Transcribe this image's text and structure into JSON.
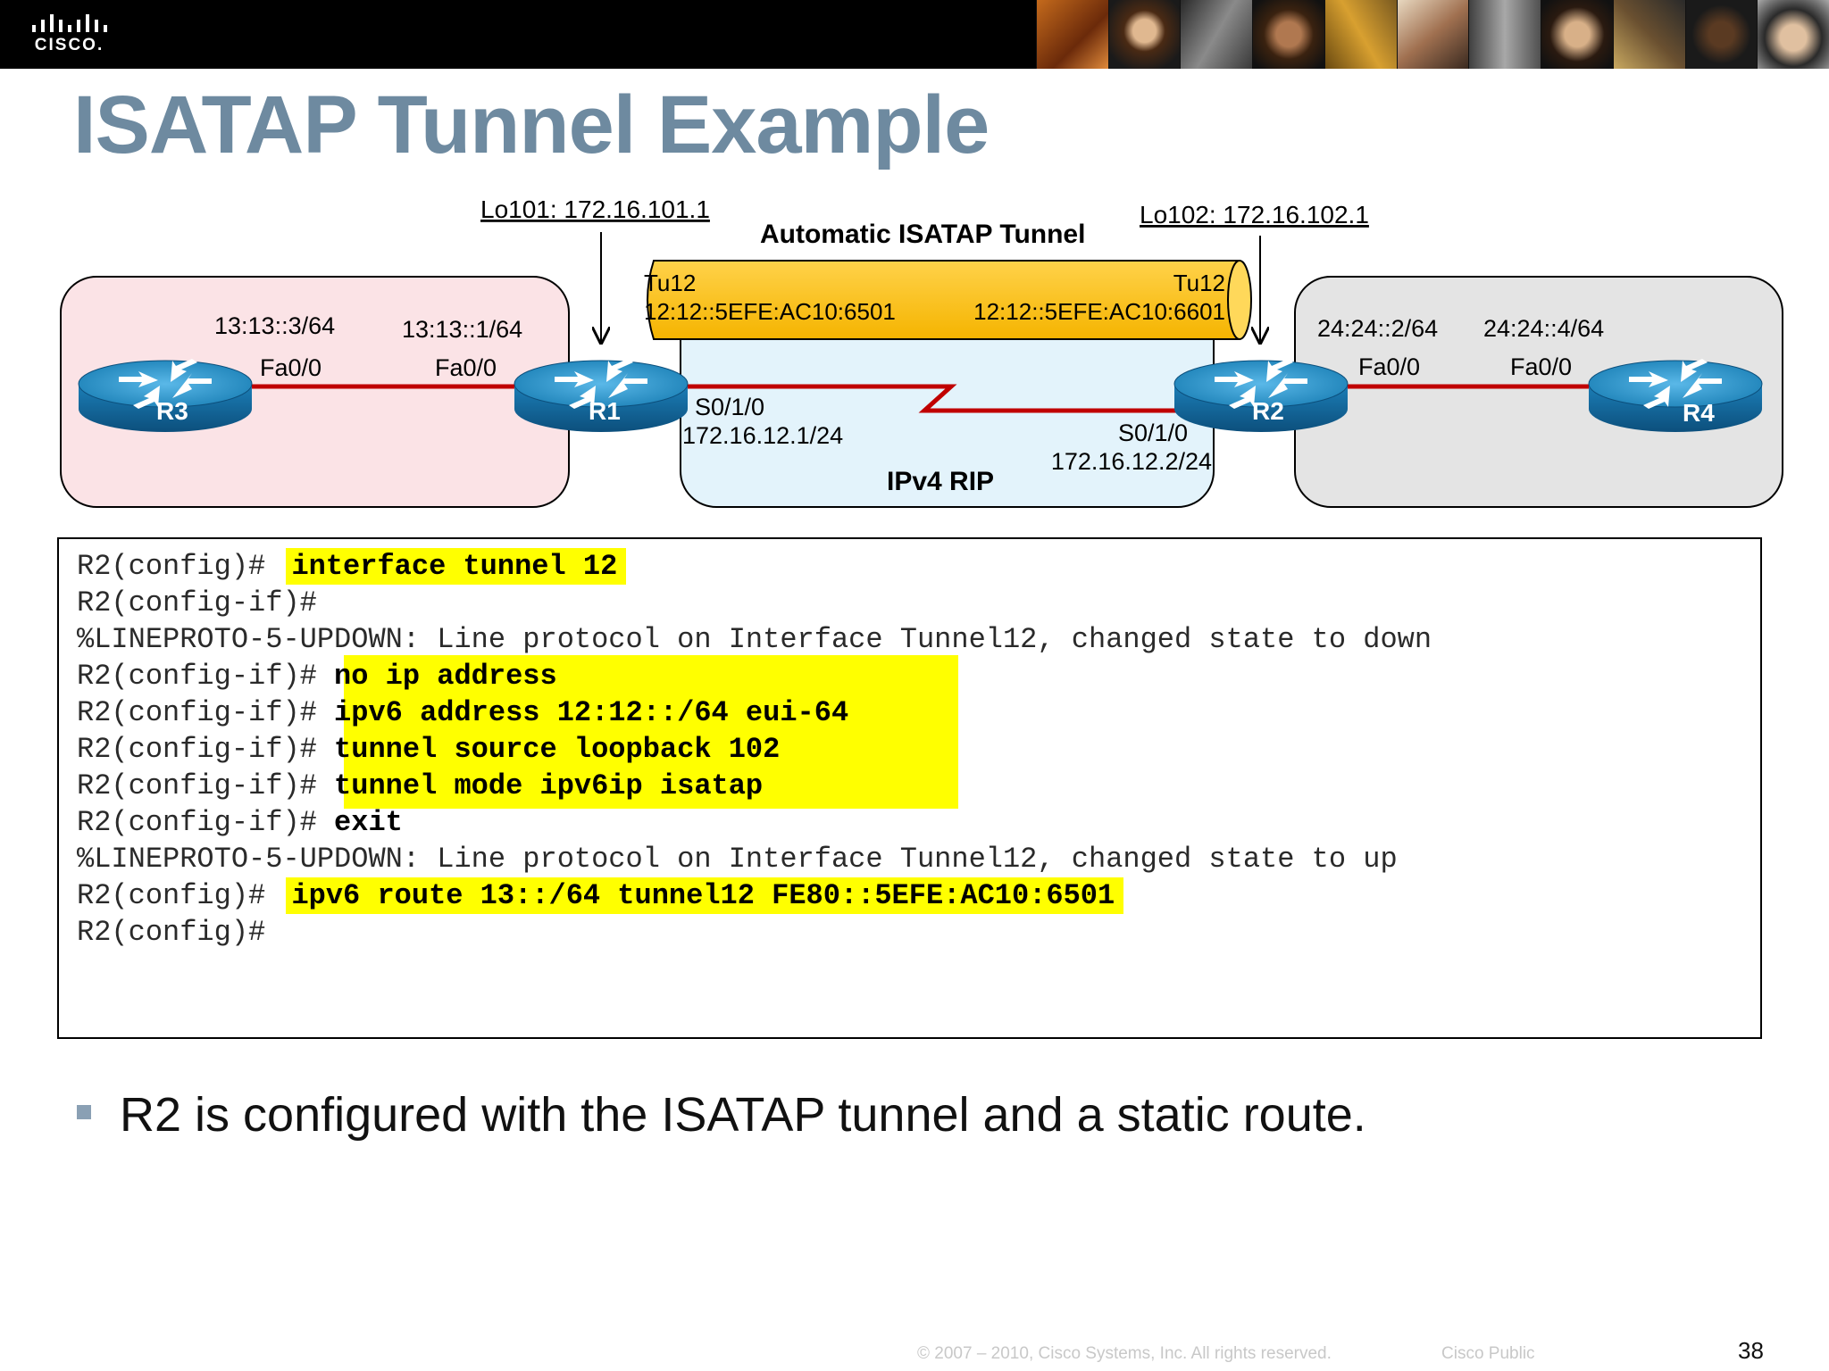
{
  "header": {
    "logo_text": "CISCO.",
    "title": "ISATAP Tunnel Example"
  },
  "diagram": {
    "tunnel_label": "Automatic ISATAP Tunnel",
    "r1_loopback": "Lo101: 172.16.101.1",
    "r2_loopback": "Lo102: 172.16.102.1",
    "tunnel_r1_if": "Tu12",
    "tunnel_r1_addr": "12:12::5EFE:AC10:6501",
    "tunnel_r2_if": "Tu12",
    "tunnel_r2_addr": "12:12::5EFE:AC10:6601",
    "routers": [
      "R3",
      "R1",
      "R2",
      "R4"
    ],
    "r3_addr": "13:13::3/64",
    "r3_if": "Fa0/0",
    "r1_fa_addr": "13:13::1/64",
    "r1_fa_if": "Fa0/0",
    "r1_serial_if": "S0/1/0",
    "r1_serial_addr": "172.16.12.1/24",
    "r2_serial_if": "S0/1/0",
    "r2_serial_addr": "172.16.12.2/24",
    "ipv4_label": "IPv4 RIP",
    "r2_fa_addr": "24:24::2/64",
    "r2_fa_if": "Fa0/0",
    "r4_addr": "24:24::4/64",
    "r4_if": "Fa0/0"
  },
  "config": {
    "lines": [
      {
        "prompt": "R2(config)# ",
        "command": "interface tunnel 12"
      },
      {
        "prompt": "R2(config-if)#",
        "command": ""
      },
      {
        "message": "%LINEPROTO-5-UPDOWN: Line protocol on Interface Tunnel12, changed state to down"
      },
      {
        "prompt": "R2(config-if)# ",
        "command": "no ip address"
      },
      {
        "prompt": "R2(config-if)# ",
        "command": "ipv6 address 12:12::/64 eui-64"
      },
      {
        "prompt": "R2(config-if)# ",
        "command": "tunnel source loopback 102"
      },
      {
        "prompt": "R2(config-if)# ",
        "command": "tunnel mode ipv6ip isatap"
      },
      {
        "prompt": "R2(config-if)# ",
        "command": "exit"
      },
      {
        "message": "%LINEPROTO-5-UPDOWN: Line protocol on Interface Tunnel12, changed state to up"
      },
      {
        "prompt": "R2(config)# ",
        "command": "ipv6 route 13::/64 tunnel12 FE80::5EFE:AC10:6501"
      },
      {
        "prompt": "R2(config)#",
        "command": ""
      }
    ]
  },
  "bullet": "R2 is configured with the ISATAP tunnel and a static route.",
  "footer": {
    "copyright": "© 2007 – 2010, Cisco Systems, Inc. All rights reserved.",
    "classification": "Cisco Public",
    "page_number": "38"
  },
  "colors": {
    "title": "#6e8aa0",
    "highlight": "#ffff00",
    "tunnel": "#ffc000",
    "link": "#c00000",
    "router_blue": "#1a7fb5"
  }
}
